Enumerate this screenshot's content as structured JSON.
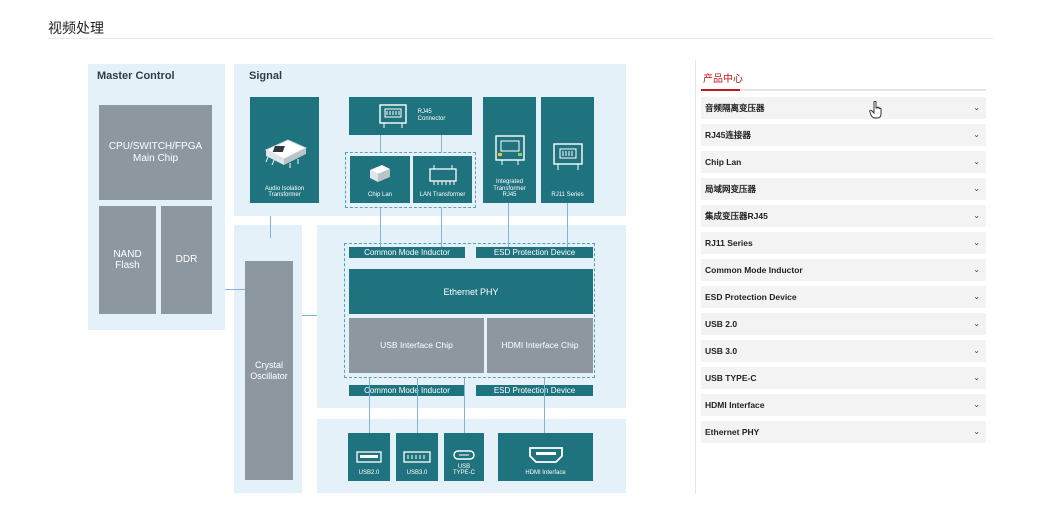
{
  "page": {
    "title": "视频处理"
  },
  "diagram": {
    "master_control": {
      "title": "Master Control",
      "main_chip": "CPU/SWITCH/FPGA\nMain Chip",
      "nand": "NAND\nFlash",
      "ddr": "DDR"
    },
    "signal": {
      "title": "Signal",
      "audio_transformer": "Audio Isolation\nTransformer",
      "rj45_connector": "RJ45\nConnector",
      "chip_lan": "Chip Lan",
      "lan_transformer": "LAN Transformer",
      "integrated_rj45": "Integrated\nTransformer\nRJ45",
      "rj11": "RJ11 Series"
    },
    "crystal": "Crystal\nOscillator",
    "common_mode_top": "Common Mode Inductor",
    "esd_top": "ESD Protection Device",
    "ethernet_phy": "Ethernet PHY",
    "usb_chip": "USB Interface Chip",
    "hdmi_chip": "HDMI Interface Chip",
    "common_mode_bottom": "Common Mode Inductor",
    "esd_bottom": "ESD Protection Device",
    "ports": {
      "usb2": "USB2.0",
      "usb3": "USB3.0",
      "usbc": "USB\nTYPE-C",
      "hdmi": "HDMI Interface"
    }
  },
  "sidebar": {
    "heading": "产品中心",
    "items": [
      {
        "label": "音频隔离变压器"
      },
      {
        "label": "RJ45连接器"
      },
      {
        "label": "Chip Lan"
      },
      {
        "label": "局域网变压器"
      },
      {
        "label": "集成变压器RJ45"
      },
      {
        "label": "RJ11 Series"
      },
      {
        "label": "Common Mode Inductor"
      },
      {
        "label": "ESD Protection Device"
      },
      {
        "label": "USB 2.0"
      },
      {
        "label": "USB 3.0"
      },
      {
        "label": "USB TYPE-C"
      },
      {
        "label": "HDMI Interface"
      },
      {
        "label": "Ethernet PHY"
      }
    ],
    "chevron_icon": "chevron-down-icon"
  },
  "colors": {
    "accent": "#c0181a",
    "teal": "#1f737e",
    "panel": "#e4f1f8",
    "gray_block": "#8c97a0"
  }
}
